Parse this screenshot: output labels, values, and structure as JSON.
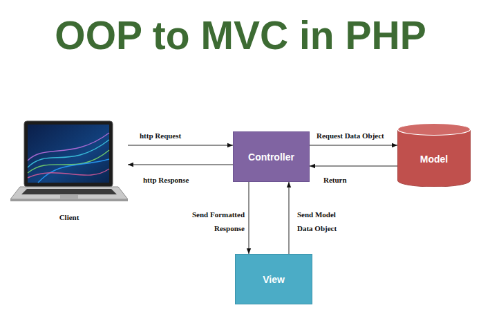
{
  "diagram": {
    "title": "OOP to MVC in PHP",
    "nodes": [
      {
        "text": [
          "Client"
        ]
      },
      {
        "text": [
          "Controller"
        ]
      },
      {
        "text": [
          "Model"
        ]
      },
      {
        "text": [
          "View"
        ]
      }
    ],
    "edges": [
      {
        "from": 0,
        "to": 1,
        "label": "http Request",
        "arrow": "to"
      },
      {
        "from": 1,
        "to": 0,
        "label": "http Response",
        "arrow": "to"
      },
      {
        "from": 1,
        "to": 2,
        "label": "Request Data Object",
        "arrow": "to"
      },
      {
        "from": 2,
        "to": 1,
        "label": "Return",
        "arrow": "to"
      },
      {
        "from": 1,
        "to": 3,
        "label": "Send Formatted Response",
        "arrow": "to"
      },
      {
        "from": 3,
        "to": 1,
        "label": "Send Model Data Object",
        "arrow": "to"
      }
    ]
  }
}
